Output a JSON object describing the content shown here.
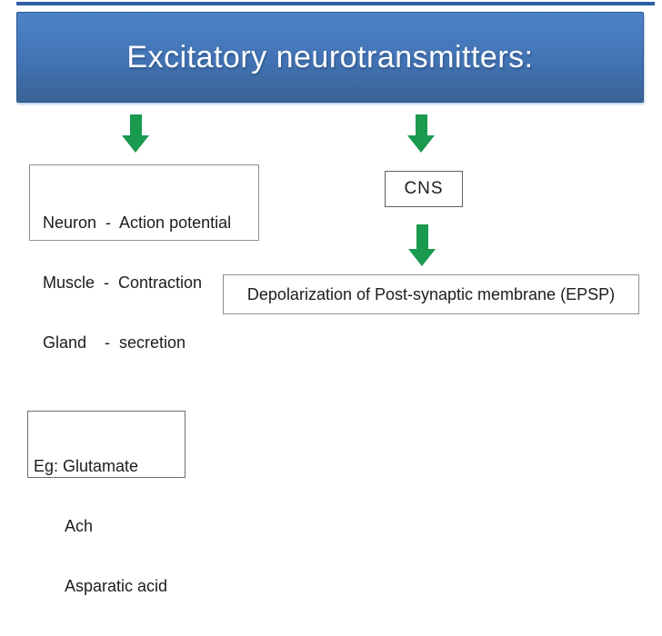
{
  "slide": {
    "background_color": "#ffffff",
    "title": {
      "text": "Excitatory neurotransmitters:",
      "text_color": "#ffffff",
      "bg_gradient_top": "#4d82c8",
      "bg_gradient_bottom": "#3a6294",
      "border_color": "#2b5690"
    },
    "arrow_color": "#1a9a4e",
    "effects_box": {
      "lines": [
        "Neuron  -  Action potential",
        "Muscle  -  Contraction",
        "Gland    -  secretion"
      ]
    },
    "cns_box": {
      "label": "CNS"
    },
    "depolarization_box": {
      "label": "Depolarization of Post-synaptic membrane (EPSP)"
    },
    "examples_box": {
      "lines": [
        "Eg: Glutamate",
        "Ach",
        "Asparatic acid"
      ]
    }
  }
}
